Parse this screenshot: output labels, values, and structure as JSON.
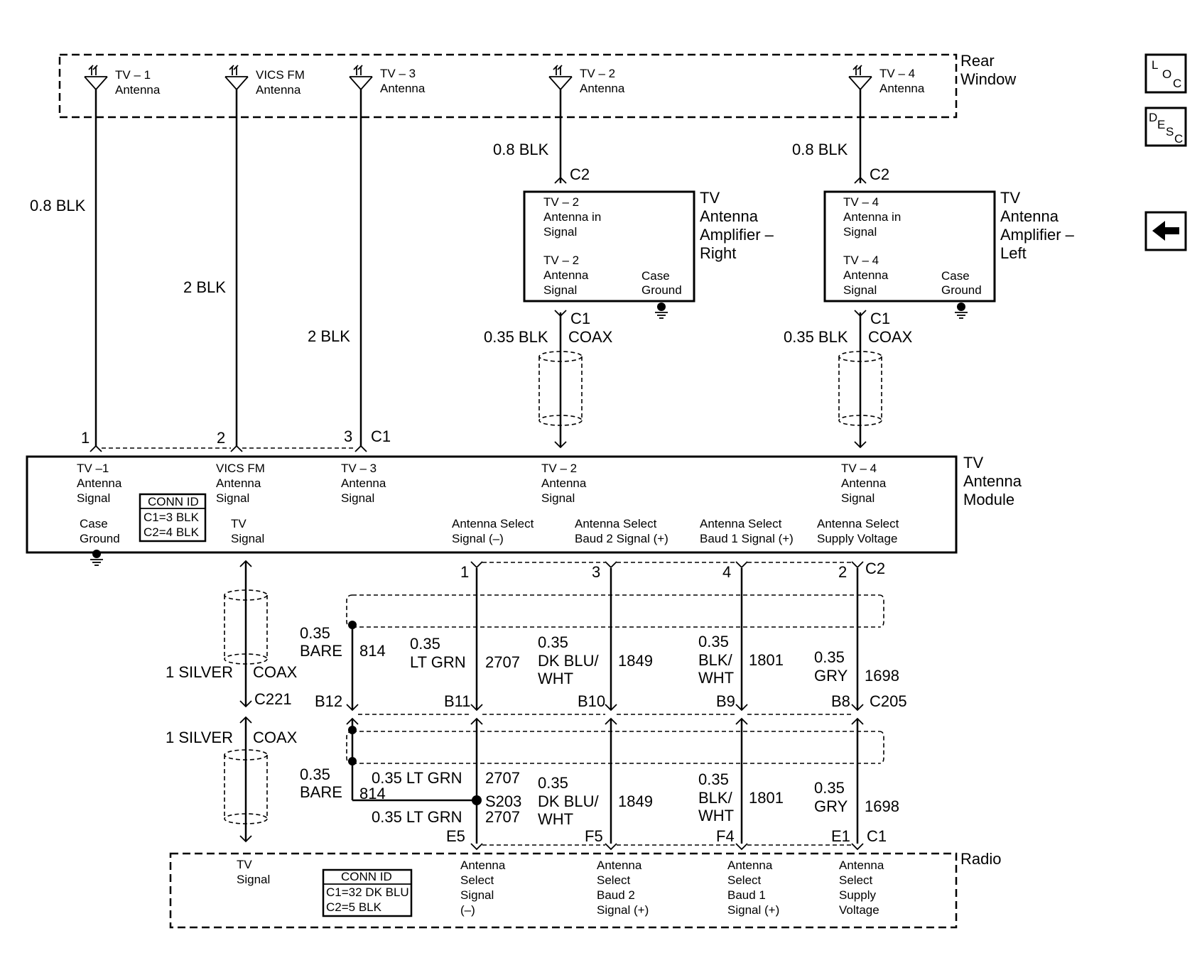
{
  "rear_window": {
    "title_1": "Rear",
    "title_2": "Window",
    "antennas": [
      {
        "l1": "TV – 1",
        "l2": "Antenna"
      },
      {
        "l1": "VICS FM",
        "l2": "Antenna"
      },
      {
        "l1": "TV – 3",
        "l2": "Antenna"
      },
      {
        "l1": "TV – 2",
        "l2": "Antenna"
      },
      {
        "l1": "TV – 4",
        "l2": "Antenna"
      }
    ]
  },
  "wires_top": {
    "w1": "0.8 BLK",
    "w2": "2 BLK",
    "w3": "2 BLK",
    "w4": "0.8 BLK",
    "w5": "0.8 BLK",
    "c2": "C2",
    "c1": "C1",
    "coax": "COAX",
    "coax_gauge": "0.35 BLK"
  },
  "amp_right": {
    "title": [
      "TV",
      "Antenna",
      "Amplifier –",
      "Right"
    ],
    "in_label": [
      "TV – 2",
      "Antenna in",
      "Signal"
    ],
    "sig_label": [
      "TV – 2",
      "Antenna",
      "Signal"
    ],
    "case": [
      "Case",
      "Ground"
    ]
  },
  "amp_left": {
    "title": [
      "TV",
      "Antenna",
      "Amplifier –",
      "Left"
    ],
    "in_label": [
      "TV – 4",
      "Antenna in",
      "Signal"
    ],
    "sig_label": [
      "TV – 4",
      "Antenna",
      "Signal"
    ],
    "case": [
      "Case",
      "Ground"
    ]
  },
  "module": {
    "title": [
      "TV",
      "Antenna",
      "Module"
    ],
    "pins_top": [
      "1",
      "2",
      "3"
    ],
    "c1": "C1",
    "sig1": [
      "TV –1",
      "Antenna",
      "Signal"
    ],
    "sig2": [
      "VICS FM",
      "Antenna",
      "Signal"
    ],
    "sig3": [
      "TV – 3",
      "Antenna",
      "Signal"
    ],
    "sig4": [
      "TV – 2",
      "Antenna",
      "Signal"
    ],
    "sig5": [
      "TV – 4",
      "Antenna",
      "Signal"
    ],
    "case": [
      "Case",
      "Ground"
    ],
    "tv_signal": [
      "TV",
      "Signal"
    ],
    "conn_id": [
      "CONN ID",
      "C1=3 BLK",
      "C2=4 BLK"
    ],
    "sel": [
      [
        "Antenna Select",
        "Signal (–)"
      ],
      [
        "Antenna Select",
        "Baud 2 Signal (+)"
      ],
      [
        "Antenna Select",
        "Baud 1 Signal (+)"
      ],
      [
        "Antenna Select",
        "Supply Voltage"
      ]
    ],
    "pins_bottom": [
      "1",
      "3",
      "4",
      "2"
    ],
    "c2": "C2"
  },
  "middle": {
    "silver": "1 SILVER",
    "coax": "COAX",
    "c221": "C221",
    "bare_g": "0.35",
    "bare": "BARE",
    "c814": "814",
    "w_lt_g": "0.35",
    "w_lt": "LT GRN",
    "c2707": "2707",
    "w_dk_g": "0.35",
    "w_dk_1": "DK BLU/",
    "w_dk_2": "WHT",
    "c1849": "1849",
    "w_bk_g": "0.35",
    "w_bk_1": "BLK/",
    "w_bk_2": "WHT",
    "c1801": "1801",
    "w_gy_g": "0.35",
    "w_gy": "GRY",
    "c1698": "1698",
    "pins_c205": [
      "B12",
      "B11",
      "B10",
      "B9",
      "B8"
    ],
    "c205": "C205"
  },
  "lower": {
    "lt_grn_full": "0.35 LT GRN",
    "s203": "S203",
    "pins_radio": [
      "E5",
      "F5",
      "F4",
      "E1"
    ],
    "c1": "C1"
  },
  "radio": {
    "title": "Radio",
    "tv_signal": [
      "TV",
      "Signal"
    ],
    "conn_id": [
      "CONN ID",
      "C1=32 DK BLU",
      "C2=5 BLK"
    ],
    "sel1": [
      "Antenna",
      "Select",
      "Signal",
      "(–)"
    ],
    "sel2": [
      "Antenna",
      "Select",
      "Baud 2",
      "Signal (+)"
    ],
    "sel3": [
      "Antenna",
      "Select",
      "Baud 1",
      "Signal (+)"
    ],
    "sel4": [
      "Antenna",
      "Select",
      "Supply",
      "Voltage"
    ]
  },
  "nav": {
    "loc": [
      "L",
      "O",
      "C"
    ],
    "desc": [
      "D",
      "E",
      "S",
      "C"
    ],
    "back_icon": "left-arrow-icon"
  }
}
